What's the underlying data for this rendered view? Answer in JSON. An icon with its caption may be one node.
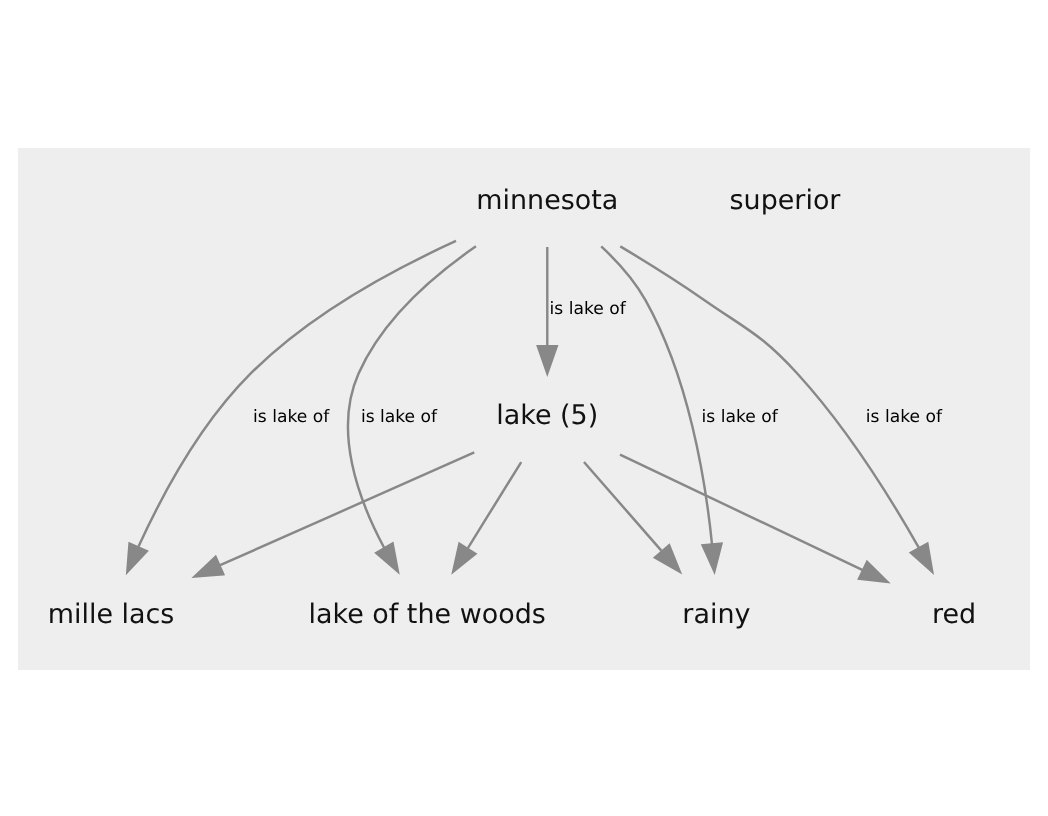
{
  "diagram": {
    "nodes": [
      {
        "text": [
          "minnesota"
        ]
      },
      {
        "text": [
          "superior"
        ]
      },
      {
        "text": [
          "lake of the woods"
        ]
      },
      {
        "text": [
          "mille lacs"
        ]
      },
      {
        "text": [
          "lake (5)"
        ]
      },
      {
        "text": [
          "red"
        ]
      },
      {
        "text": [
          "rainy"
        ]
      }
    ],
    "edges": [
      {
        "from": 0,
        "to": 3,
        "arrow": "to",
        "label": "is lake of"
      },
      {
        "from": 0,
        "to": 4,
        "arrow": "to",
        "label": "is lake of"
      },
      {
        "from": 0,
        "to": 2,
        "arrow": "to",
        "label": "is lake of"
      },
      {
        "from": 0,
        "to": 5,
        "arrow": "to",
        "label": "is lake of"
      },
      {
        "from": 0,
        "to": 6,
        "arrow": "to",
        "label": "is lake of"
      },
      {
        "from": 4,
        "to": 3,
        "arrow": "to"
      },
      {
        "from": 4,
        "to": 2,
        "arrow": "to"
      },
      {
        "from": 4,
        "to": 5,
        "arrow": "to"
      },
      {
        "from": 4,
        "to": 6,
        "arrow": "to"
      }
    ]
  }
}
